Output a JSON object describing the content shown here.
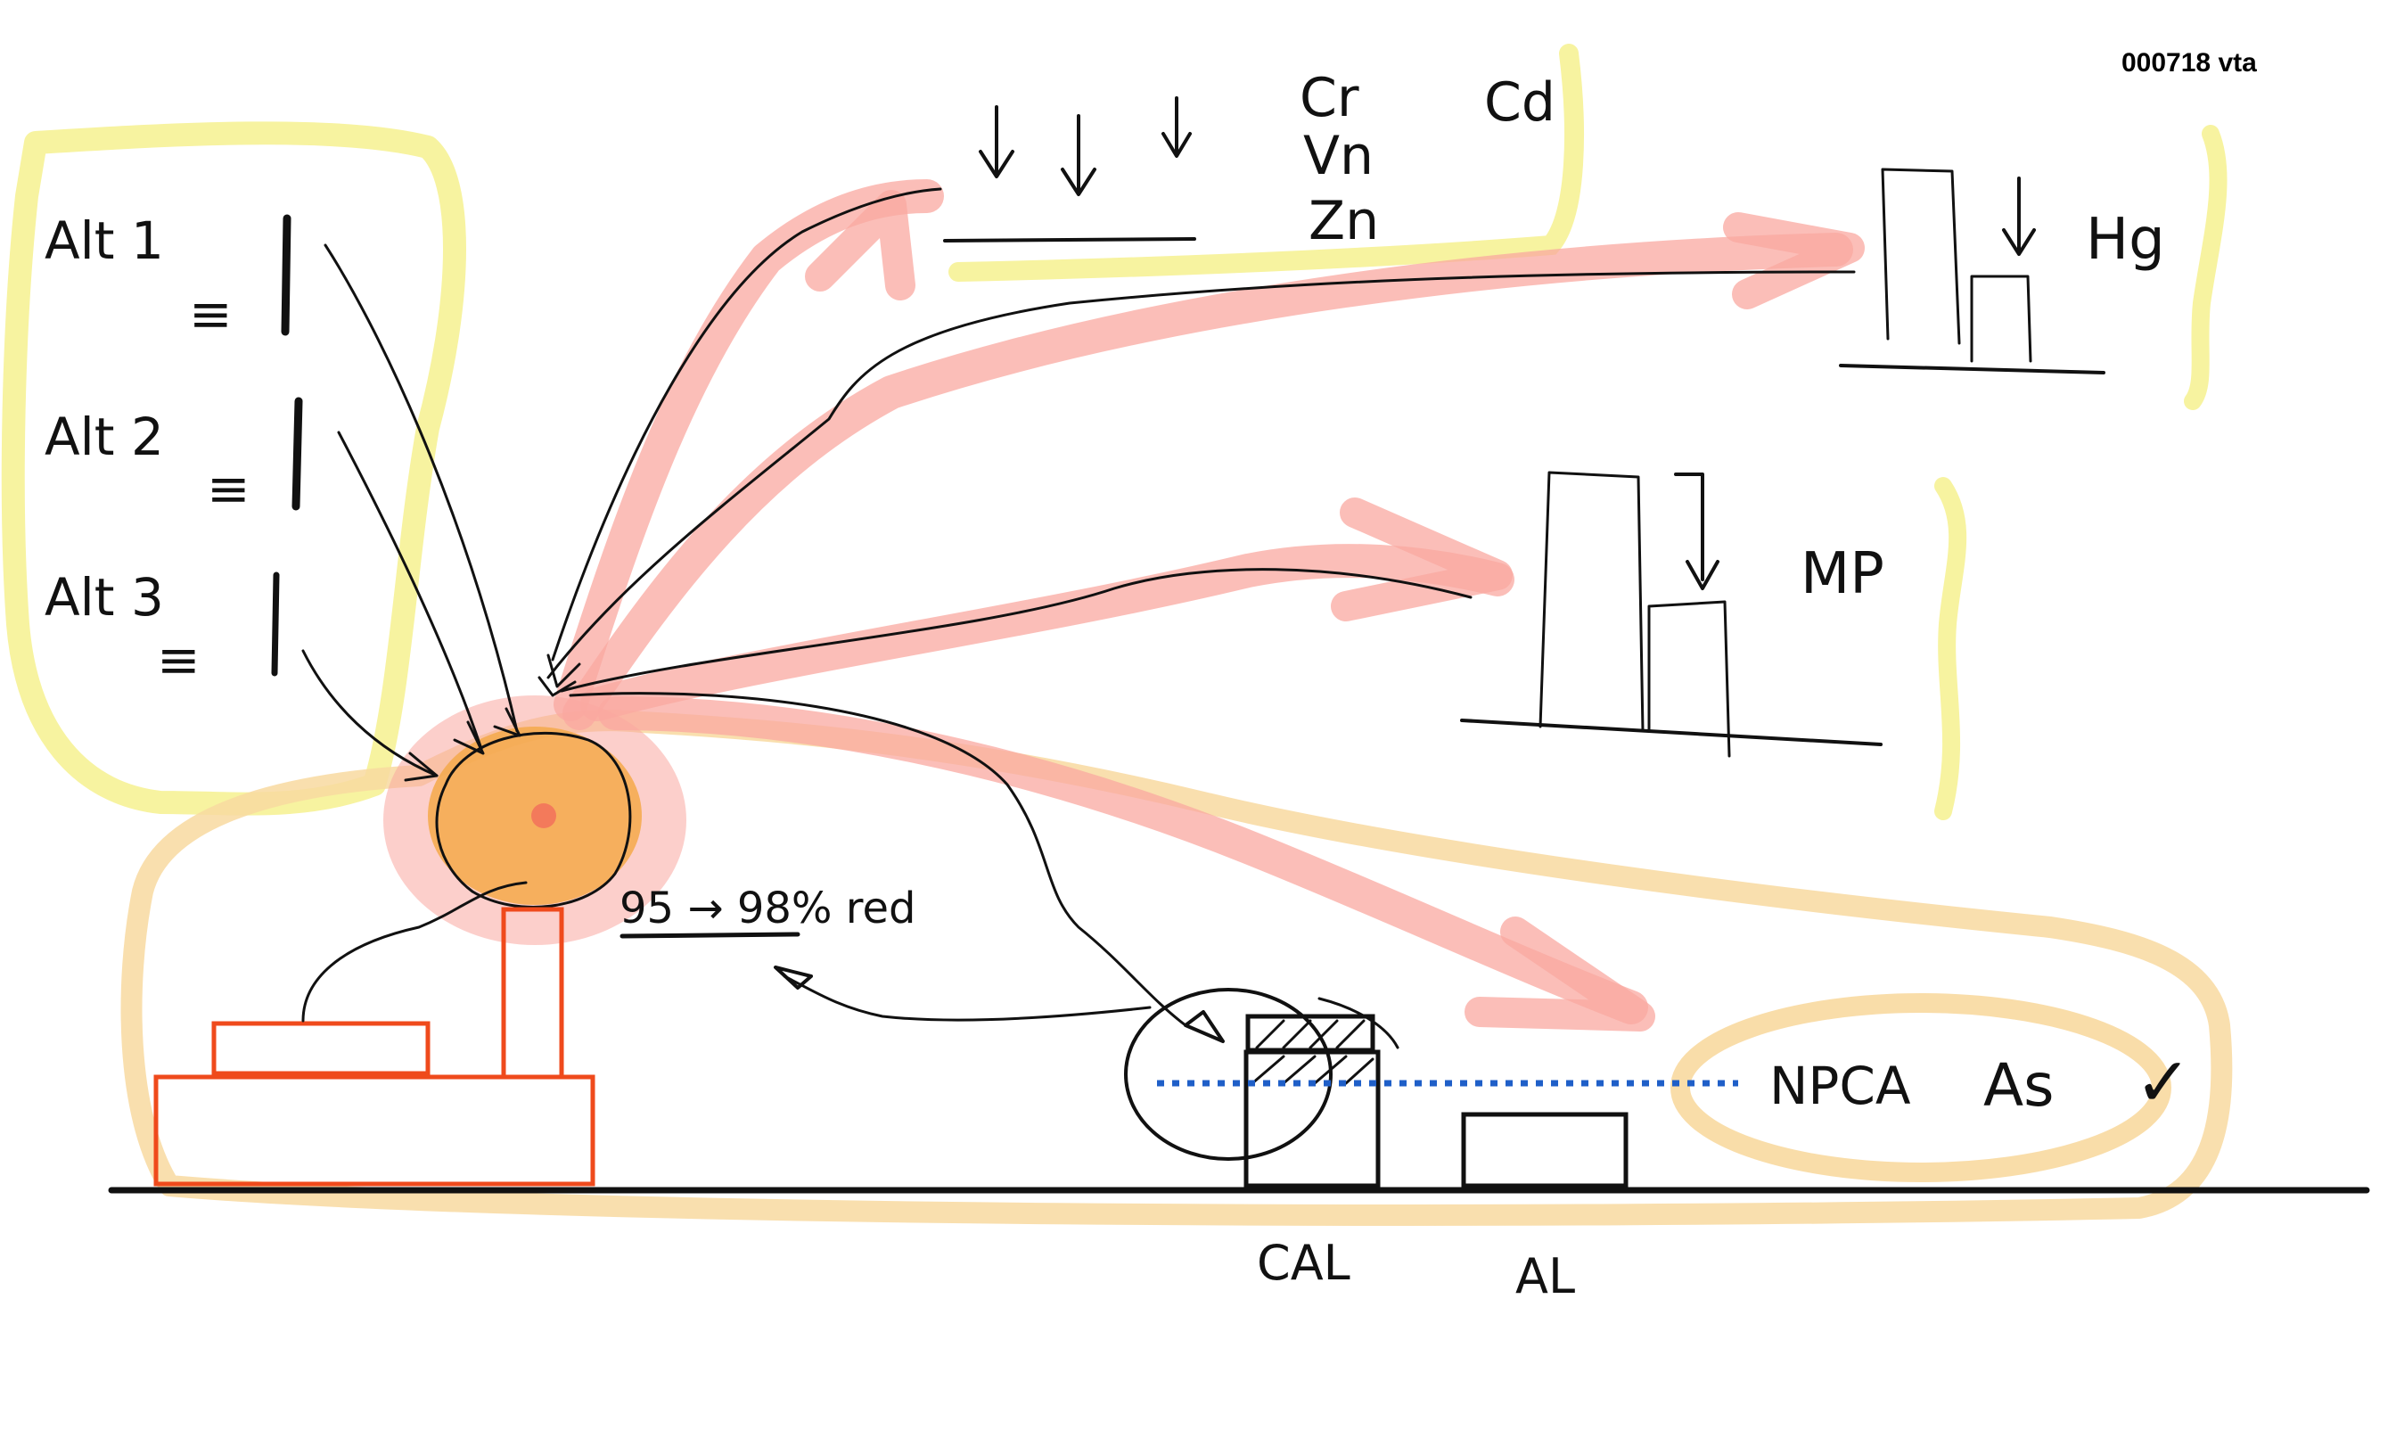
{
  "document_id": "000718 vta",
  "alternatives": [
    {
      "label": "Alt 1"
    },
    {
      "label": "Alt 2"
    },
    {
      "label": "Alt 3"
    }
  ],
  "metals_group": {
    "labels": [
      "Cr",
      "Cd",
      "Vn",
      "Zn"
    ]
  },
  "mercury": {
    "label": "Hg"
  },
  "particulate": {
    "label": "MP"
  },
  "reduction_note": "95 → 98% red",
  "npca": {
    "label": "NPCA",
    "element": "As",
    "check": "✓"
  },
  "equipment": {
    "cal_label": "CAL",
    "al_label": "AL"
  },
  "colors": {
    "ink": "#111111",
    "highlight_yellow": "#f7f3a0",
    "highlight_orange": "#f8d9a0",
    "arrow_pink": "#f9a8a0",
    "plant_red": "#ef4a1c",
    "dotted_blue": "#1f5fc8",
    "source_orange": "#f5a94a"
  }
}
